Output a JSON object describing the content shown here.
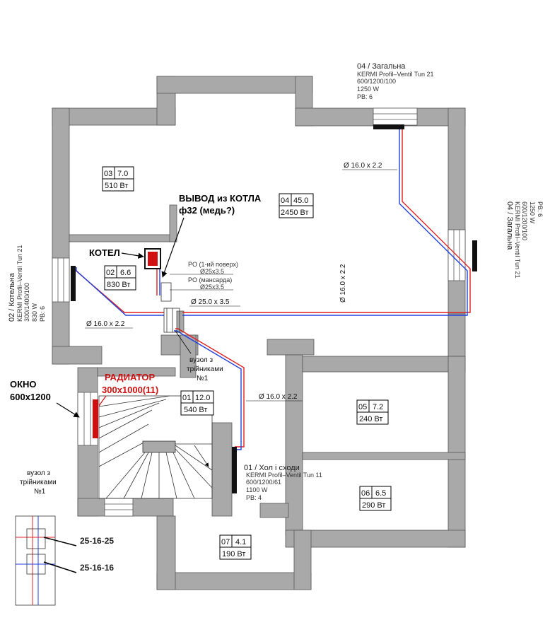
{
  "rooms": [
    {
      "num": "03",
      "area": "7.0",
      "power": "510 Вт"
    },
    {
      "num": "04",
      "area": "45.0",
      "power": "2450 Вт"
    },
    {
      "num": "02",
      "area": "6.6",
      "power": "830 Вт"
    },
    {
      "num": "01",
      "area": "12.0",
      "power": "540 Вт"
    },
    {
      "num": "05",
      "area": "7.2",
      "power": "240 Вт"
    },
    {
      "num": "06",
      "area": "6.5",
      "power": "290 Вт"
    },
    {
      "num": "07",
      "area": "4.1",
      "power": "190 Вт"
    }
  ],
  "radiators": {
    "top": {
      "title": "04 / Загальна",
      "model": "KERMI Profil–Ventil Tun 21",
      "size": "600/1200/100",
      "power": "1250  W",
      "pb": "PB:  6"
    },
    "right": {
      "title": "04 / Загальна",
      "model": "KERMI Profil–Ventil Tun 21",
      "size": "600/1200/100",
      "power": "1250  W",
      "pb": "PB:  6"
    },
    "left": {
      "title": "02 / Котельна",
      "model": "KERMI Profil–Ventil Tun 21",
      "size": "300/1400/100",
      "power": "830  W",
      "pb": "PB:  6"
    },
    "hall": {
      "title": "01 / Хол і сходи",
      "model": "KERMI Profil–Ventil Tun 11",
      "size": "600/1200/61",
      "power": "1100  W",
      "pb": "PB:  4"
    }
  },
  "pipes": {
    "d16": "Ø 16.0 x 2.2",
    "d25": "Ø 25.0 x 3.5",
    "po1": "PO (1-ий поверх)",
    "po1_size": "Ø25x3.5",
    "po2": "PO (мансарда)",
    "po2_size": "Ø25x3.5"
  },
  "annotations": {
    "boiler_out_1": "ВЫВОД из КОТЛА",
    "boiler_out_2": "ф32 (медь?)",
    "boiler": "КОТЕЛ",
    "window_1": "ОКНО",
    "window_2": "600x1200",
    "radiator_1": "РАДИАТОР",
    "radiator_2": "300x1000(11)",
    "node_1": "вузол з",
    "node_2": "трійниками",
    "node_3": "№1"
  },
  "legend": {
    "line1": "вузол з",
    "line2": "трійниками",
    "line3": "№1",
    "tee1": "25-16-25",
    "tee2": "25-16-16"
  },
  "colors": {
    "wall": "#a9a9a9",
    "supply": "#e02020",
    "return": "#2040e0",
    "annotation": "#d01010"
  }
}
